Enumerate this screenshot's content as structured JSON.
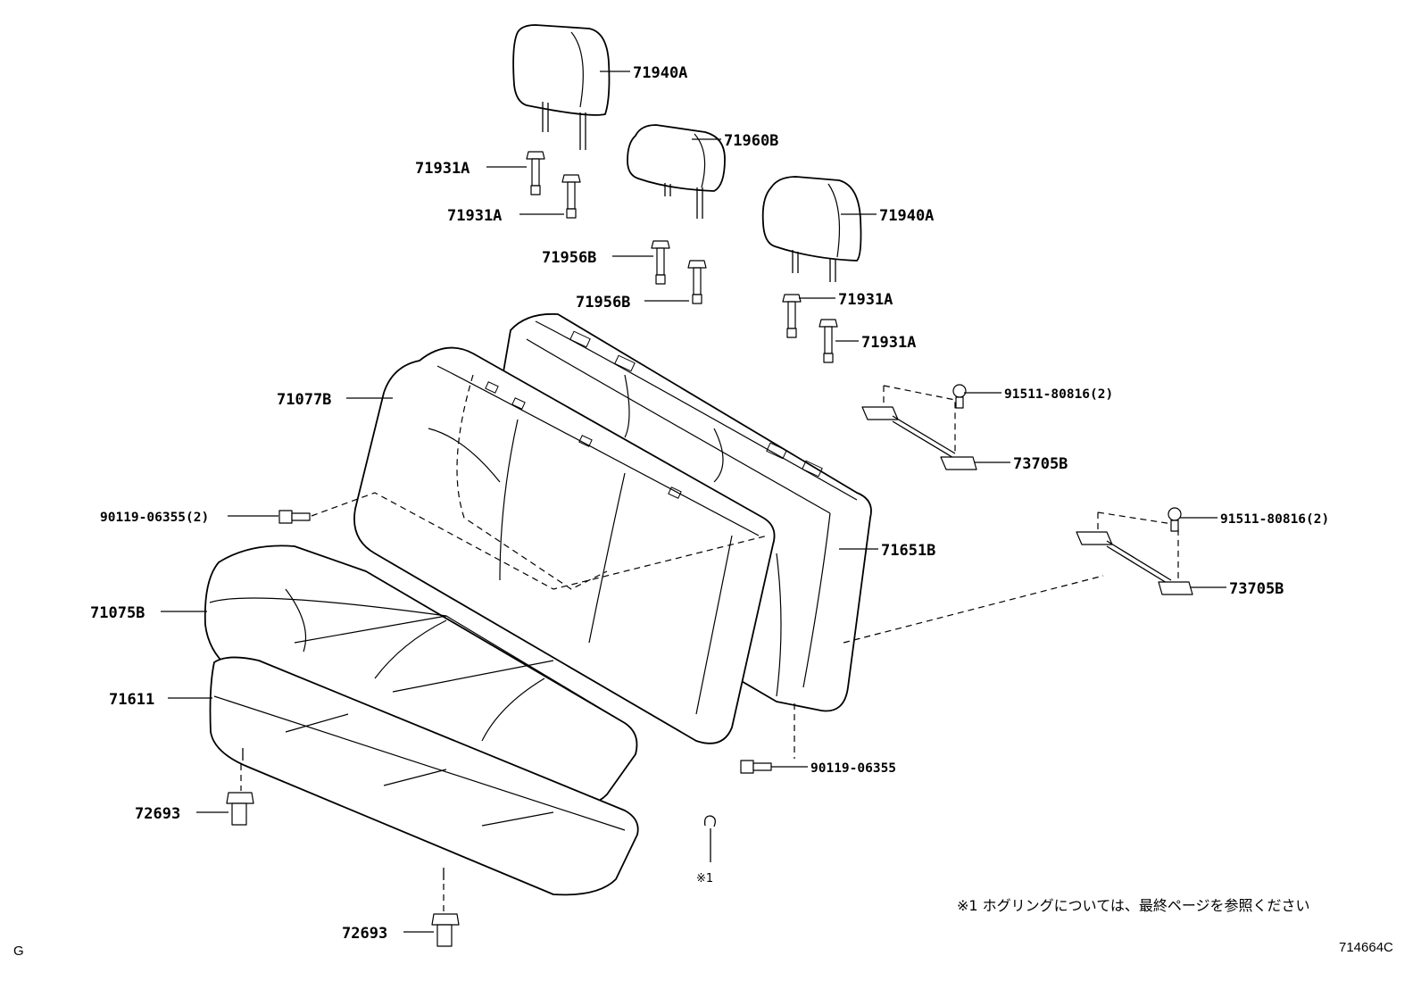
{
  "labels": {
    "headrest_left": "71940A",
    "headrest_center": "71960B",
    "headrest_right": "71940A",
    "support_l1": "71931A",
    "support_l2": "71931A",
    "support_c1": "71956B",
    "support_c2": "71956B",
    "support_r1": "71931A",
    "support_r2": "71931A",
    "back_left": "71077B",
    "back_right": "71651B",
    "cushion_cover": "71075B",
    "cushion_pad": "71611",
    "bolt_top_left": "90119-06355(2)",
    "bolt_bottom": "90119-06355",
    "screw_1": "91511-80816(2)",
    "screw_2": "91511-80816(2)",
    "hinge_1": "73705B",
    "hinge_2": "73705B",
    "clip_1": "72693",
    "clip_2": "72693",
    "hog_ring": "※1"
  },
  "footnote": "※1 ホグリングについては、最終ページを参照ください",
  "corner_left": "G",
  "corner_right": "714664C"
}
